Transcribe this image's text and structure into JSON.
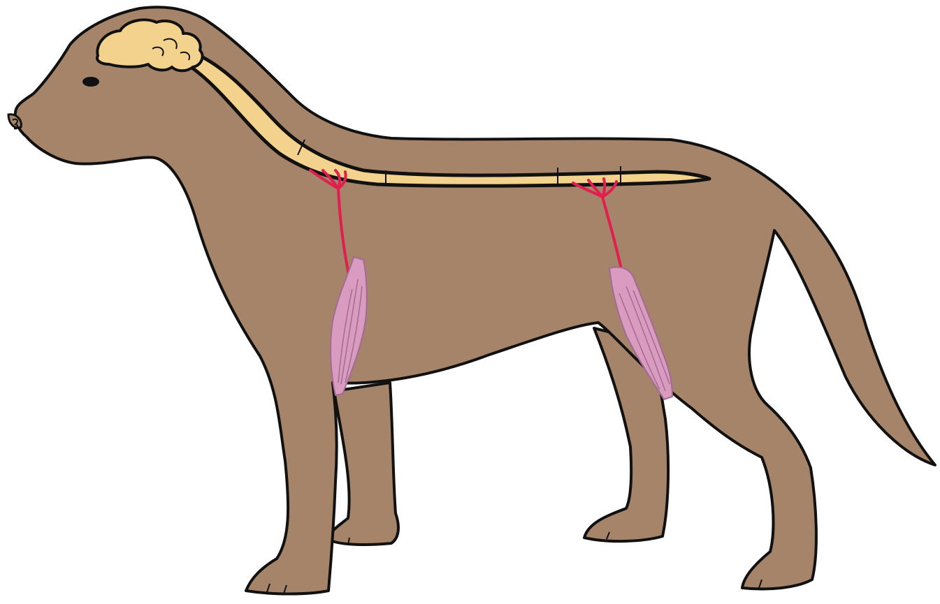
{
  "figure": {
    "subject": "dog",
    "colors": {
      "background": "#ffffff",
      "body_fill": "#a58469",
      "outline": "#111111",
      "brain_fill": "#f2d28c",
      "spinal_cord_fill": "#f2d28c",
      "nerve": "#e21e4f",
      "muscle_fill": "#d99bc0",
      "muscle_striation": "#a36b92",
      "eye": "#111111"
    },
    "structures": [
      "brain",
      "spinal-cord",
      "front-nerve",
      "hind-nerve",
      "front-leg-muscle",
      "hind-leg-muscle"
    ]
  }
}
